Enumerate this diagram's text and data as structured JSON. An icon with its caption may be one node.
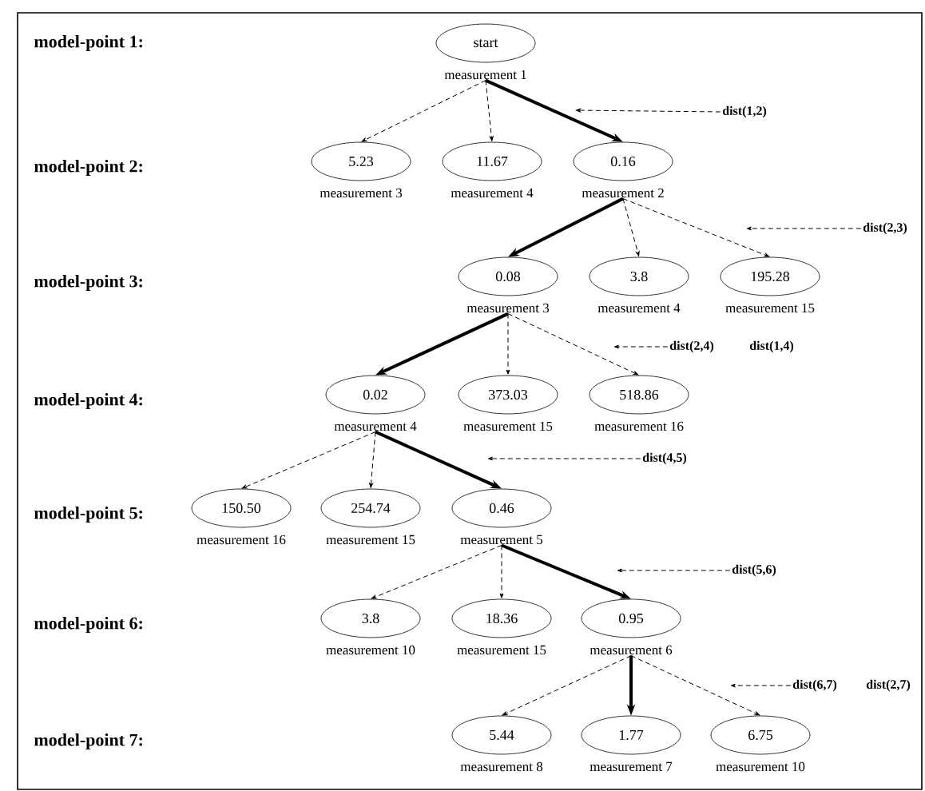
{
  "diagram": {
    "nodes": [
      {
        "text": [
          "start"
        ],
        "beside": [
          "measurement 1"
        ]
      },
      {
        "text": [
          "5.23"
        ],
        "beside": [
          "measurement 3"
        ]
      },
      {
        "text": [
          "11.67"
        ],
        "beside": [
          "measurement 4"
        ]
      },
      {
        "text": [
          "0.16"
        ],
        "beside": [
          "measurement 2"
        ]
      },
      {
        "text": [
          "dist(1,2)"
        ]
      },
      {
        "text": [
          "0.08"
        ],
        "beside": [
          "measurement 3"
        ]
      },
      {
        "text": [
          "3.8"
        ],
        "beside": [
          "measurement 4"
        ]
      },
      {
        "text": [
          "195.28"
        ],
        "beside": [
          "measurement 15"
        ]
      },
      {
        "text": [
          "dist(2,3)"
        ]
      },
      {
        "text": [
          "0.02"
        ],
        "beside": [
          "measurement 4"
        ]
      },
      {
        "text": [
          "373.03"
        ],
        "beside": [
          "measurement 15"
        ]
      },
      {
        "text": [
          "518.86"
        ],
        "beside": [
          "measurement 16"
        ]
      },
      {
        "text": [
          "dist(2,4)"
        ]
      },
      {
        "text": [
          "150.50"
        ],
        "beside": [
          "measurement 16"
        ]
      },
      {
        "text": [
          "254.74"
        ],
        "beside": [
          "measurement 15"
        ]
      },
      {
        "text": [
          "0.46"
        ],
        "beside": [
          "measurement 5"
        ]
      },
      {
        "text": [
          "dist(4,5)"
        ]
      },
      {
        "text": [
          "3.8"
        ],
        "beside": [
          "measurement 10"
        ]
      },
      {
        "text": [
          "18.36"
        ],
        "beside": [
          "measurement 15"
        ]
      },
      {
        "text": [
          "0.95"
        ],
        "beside": [
          "measurement 6"
        ]
      },
      {
        "text": [
          "dist(5,6)"
        ]
      },
      {
        "text": [
          "5.44"
        ],
        "beside": [
          "measurement 8"
        ]
      },
      {
        "text": [
          "1.77"
        ],
        "beside": [
          "measurement 7"
        ]
      },
      {
        "text": [
          "6.75"
        ],
        "beside": [
          "measurement 10"
        ]
      },
      {
        "text": [
          "dist(6,7)"
        ]
      }
    ],
    "edges": [
      {
        "from": 0,
        "to": 1,
        "arrow": "to",
        "style": "dashed"
      },
      {
        "from": 0,
        "to": 2,
        "arrow": "to",
        "style": "dashed"
      },
      {
        "from": 0,
        "to": 3,
        "arrow": "to",
        "style": "thick"
      },
      {
        "from": 4,
        "to": null,
        "arrow": "to",
        "style": "dashed"
      },
      {
        "from": 3,
        "to": 5,
        "arrow": "to",
        "style": "thick"
      },
      {
        "from": 3,
        "to": 6,
        "arrow": "to",
        "style": "dashed"
      },
      {
        "from": 3,
        "to": 7,
        "arrow": "to",
        "style": "dashed"
      },
      {
        "from": 8,
        "to": null,
        "arrow": "to",
        "style": "dashed"
      },
      {
        "from": 5,
        "to": 9,
        "arrow": "to",
        "style": "thick"
      },
      {
        "from": 5,
        "to": 10,
        "arrow": "to",
        "style": "dashed"
      },
      {
        "from": 5,
        "to": 11,
        "arrow": "to",
        "style": "dashed"
      },
      {
        "from": 12,
        "to": null,
        "arrow": "to",
        "style": "dashed"
      },
      {
        "from": 9,
        "to": 13,
        "arrow": "to",
        "style": "dashed"
      },
      {
        "from": 9,
        "to": 14,
        "arrow": "to",
        "style": "dashed"
      },
      {
        "from": 9,
        "to": 15,
        "arrow": "to",
        "style": "thick"
      },
      {
        "from": 16,
        "to": null,
        "arrow": "to",
        "style": "dashed"
      },
      {
        "from": 15,
        "to": 17,
        "arrow": "to",
        "style": "dashed"
      },
      {
        "from": 15,
        "to": 18,
        "arrow": "to",
        "style": "dashed"
      },
      {
        "from": 15,
        "to": 19,
        "arrow": "to",
        "style": "thick"
      },
      {
        "from": 20,
        "to": null,
        "arrow": "to",
        "style": "dashed"
      },
      {
        "from": 19,
        "to": 21,
        "arrow": "to",
        "style": "dashed"
      },
      {
        "from": 19,
        "to": 22,
        "arrow": "to",
        "style": "thick"
      },
      {
        "from": 19,
        "to": 23,
        "arrow": "to",
        "style": "dashed"
      },
      {
        "from": 24,
        "to": null,
        "arrow": "to",
        "style": "dashed"
      }
    ],
    "labels": [
      "model-point 1:",
      "model-point 2:",
      "model-point 3:",
      "dist(1,4)",
      "model-point 4:",
      "model-point 5:",
      "model-point 6:",
      "dist(2,7)",
      "model-point 7:"
    ]
  }
}
